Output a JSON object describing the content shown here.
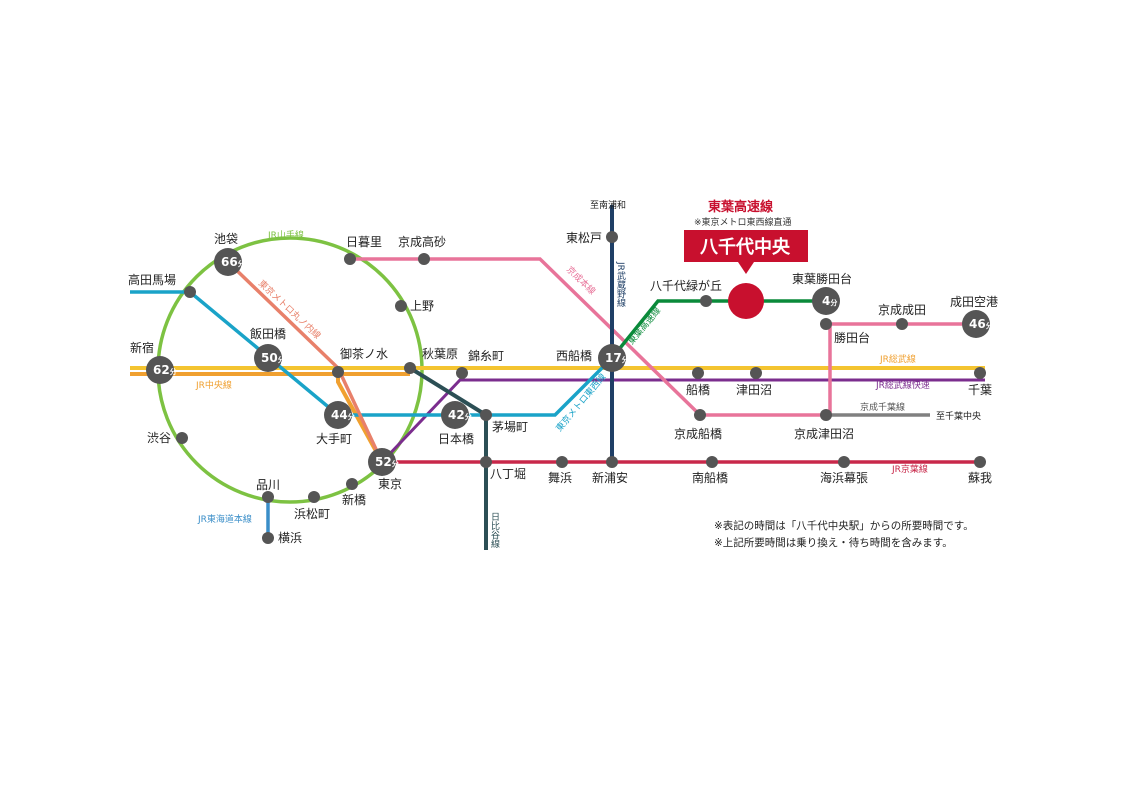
{
  "title": {
    "line_name": "東葉高速線",
    "subtitle": "※東京メトロ東西線直通",
    "station": "八千代中央"
  },
  "stations": {
    "ikebukuro": "池袋",
    "takadanobaba": "高田馬場",
    "shinjuku": "新宿",
    "shibuya": "渋谷",
    "shinagawa": "品川",
    "hamamatsucho": "浜松町",
    "shinbashi": "新橋",
    "tokyo": "東京",
    "yokohama": "横浜",
    "iidabashi": "飯田橋",
    "ochanomizu": "御茶ノ水",
    "otemachi": "大手町",
    "nippori": "日暮里",
    "keisei_takasago": "京成高砂",
    "ueno": "上野",
    "akihabara": "秋葉原",
    "kinshicho": "錦糸町",
    "nihonbashi": "日本橋",
    "kayabacho": "茅場町",
    "hatchobori": "八丁堀",
    "maihama": "舞浜",
    "shin_urayasu": "新浦安",
    "higashi_matsudo": "東松戸",
    "nishi_funabashi": "西船橋",
    "yachiyo_midorigaoka": "八千代緑が丘",
    "toyo_katsutadai": "東葉勝田台",
    "katsutadai": "勝田台",
    "keisei_narita": "京成成田",
    "narita_airport": "成田空港",
    "funabashi": "船橋",
    "tsudanuma": "津田沼",
    "chiba": "千葉",
    "keisei_funabashi": "京成船橋",
    "keisei_tsudanuma": "京成津田沼",
    "minami_funabashi": "南船橋",
    "kaihin_makuhari": "海浜幕張",
    "soga": "蘇我",
    "to_minami_urawa": "至南浦和",
    "to_chiba_chuo": "至千葉中央"
  },
  "times": {
    "ikebukuro": "66",
    "shinjuku": "62",
    "iidabashi": "50",
    "otemachi": "44",
    "tokyo": "52",
    "nihonbashi": "42",
    "nishi_funabashi": "17",
    "toyo_katsutadai": "4",
    "narita_airport": "46",
    "unit": "分"
  },
  "lines": {
    "yamanote": "JR山手線",
    "marunouchi": "東京メトロ丸ノ内線",
    "chuo": "JR中央線",
    "tokaido": "JR東海道本線",
    "keisei_main": "京成本線",
    "musashino": "JR武蔵野線",
    "toyo_rapid": "東葉高速線",
    "tozai": "東京メトロ東西線",
    "sobu": "JR総武線",
    "sobu_rapid": "JR総武線快速",
    "keisei_chiba": "京成千葉線",
    "keiyo": "JR京葉線",
    "hibiya": "日比谷線"
  },
  "notes": [
    "※表記の時間は「八千代中央駅」からの所要時間です。",
    "※上記所要時間は乗り換え・待ち時間を含みます。"
  ],
  "colors": {
    "yamanote": "#7dc242",
    "marunouchi": "#e8806a",
    "chuo": "#f0a030",
    "sobu": "#f4c430",
    "sobu_rapid": "#7b2d8e",
    "tozai": "#1aa3c8",
    "keisei": "#e8749a",
    "musashino": "#1f3f66",
    "toyo": "#0a8a3a",
    "keiyo": "#c8284a",
    "hibiya": "#2c4f55",
    "tokaido": "#3a8ec8",
    "keisei_chiba": "#808080",
    "destination": "#c8102e",
    "node": "#555555"
  }
}
